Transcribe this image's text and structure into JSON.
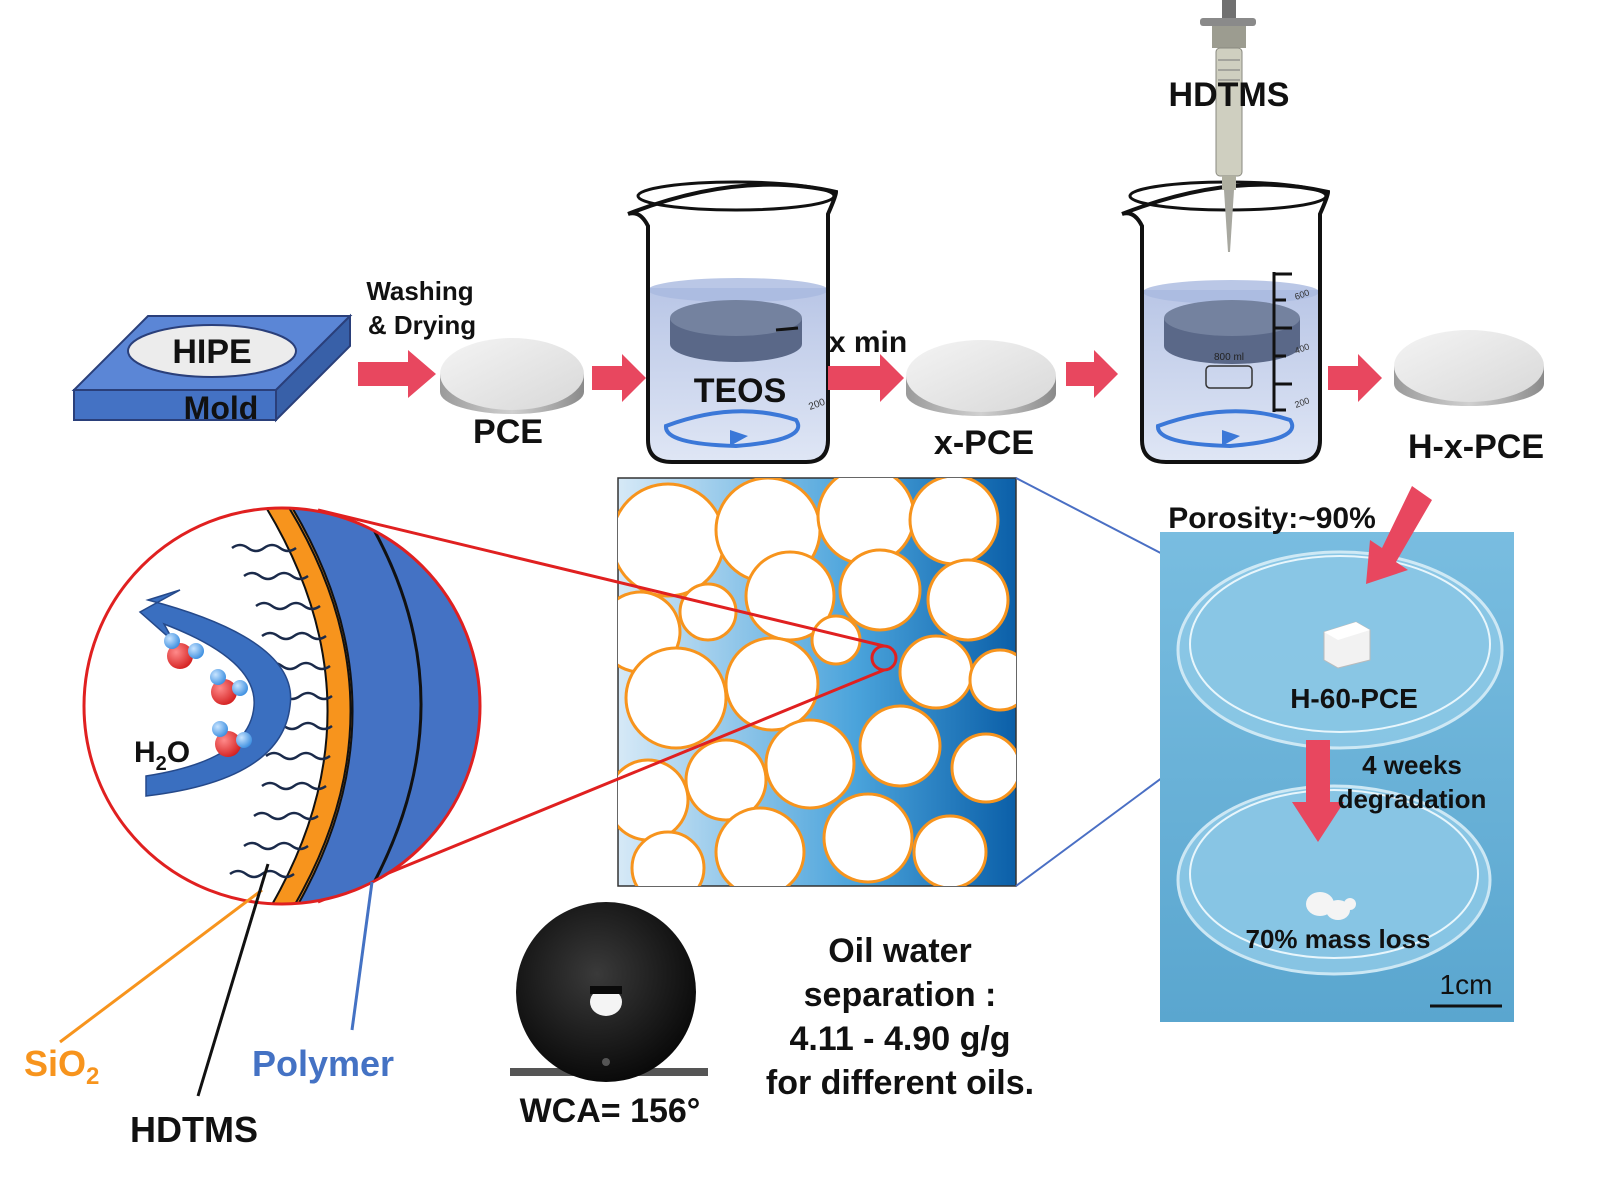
{
  "labels": {
    "hipe": "HIPE",
    "mold": "Mold",
    "washing": "Washing",
    "drying": "& Drying",
    "pce": "PCE",
    "teos": "TEOS",
    "x_min": "x min",
    "x_pce": "x-PCE",
    "hdtms_top": "HDTMS",
    "beaker_volume": "800 ml",
    "h_x_pce": "H-x-PCE",
    "porosity": "Porosity:~90%",
    "h_60_pce": "H-60-PCE",
    "weeks": "4 weeks",
    "degradation": "degradation",
    "mass_loss": "70% mass loss",
    "scale": "1cm",
    "h2o_h": "H",
    "h2o_sub": "2",
    "h2o_o": "O",
    "sio2_main": "SiO",
    "sio2_sub": "2",
    "polymer": "Polymer",
    "hdtms_bottom": "HDTMS",
    "wca": "WCA= 156°",
    "oil_line1": "Oil water",
    "oil_line2": "separation :",
    "oil_line3": "4.11 - 4.90 g/g",
    "oil_line4": "for different oils.",
    "tick_600": "600",
    "tick_400": "400",
    "tick_200a": "200",
    "tick_200b": "200"
  },
  "colors": {
    "mold_blue": "#4472c4",
    "arrow_red": "#e8475f",
    "sio2_orange": "#f7941d",
    "polymer_blue": "#4472c4",
    "zoom_red": "#e02020",
    "link_blue": "#4a6fc4",
    "photo_bg": "#6db3d8"
  }
}
